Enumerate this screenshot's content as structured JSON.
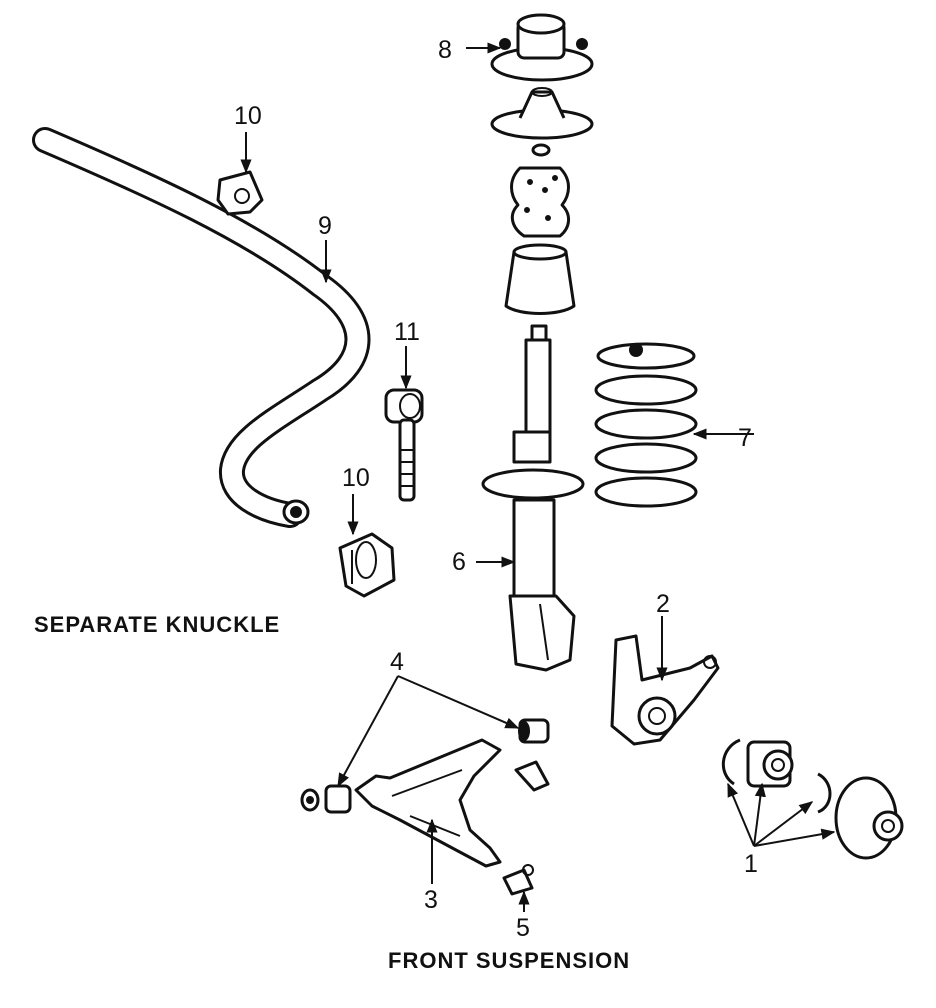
{
  "captions": {
    "variant": "SEPARATE KNUCKLE",
    "section": "FRONT SUSPENSION"
  },
  "callouts": {
    "c1": "1",
    "c2": "2",
    "c3": "3",
    "c4": "4",
    "c5": "5",
    "c6": "6",
    "c7": "7",
    "c8": "8",
    "c9": "9",
    "c10_top": "10",
    "c10_bottom": "10",
    "c11": "11"
  }
}
